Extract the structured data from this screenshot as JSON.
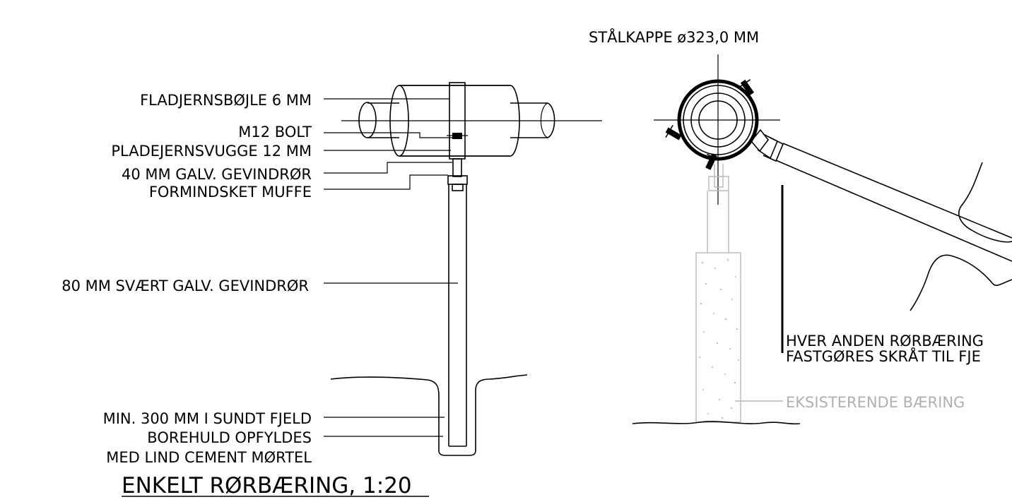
{
  "left_view": {
    "labels": {
      "fladjernsbojle": "FLADJERNSBØJLE 6 MM",
      "m12_bolt": "M12 BOLT",
      "pladejernsvugge": "PLADEJERNSVUGGE 12 MM",
      "gevindror_40": "40 MM GALV. GEVINDRØR",
      "formindsket_muffe": "FORMINDSKET MUFFE",
      "gevindror_80": "80 MM SVÆRT GALV. GEVINDRØR",
      "min_300": "MIN. 300 MM I SUNDT FJELD",
      "borehuld": "BOREHULD OPFYLDES",
      "cement": "MED LIND CEMENT MØRTEL"
    },
    "title": "ENKELT RØRBÆRING, 1:20"
  },
  "right_view": {
    "stalkappe": "STÅLKAPPE ø323,0 MM",
    "note_line1": "HVER ANDEN RØRBÆRING",
    "note_line2": "FASTGØRES SKRÅT TIL FJE",
    "eksisterende": "EKSISTERENDE BÆRING"
  }
}
